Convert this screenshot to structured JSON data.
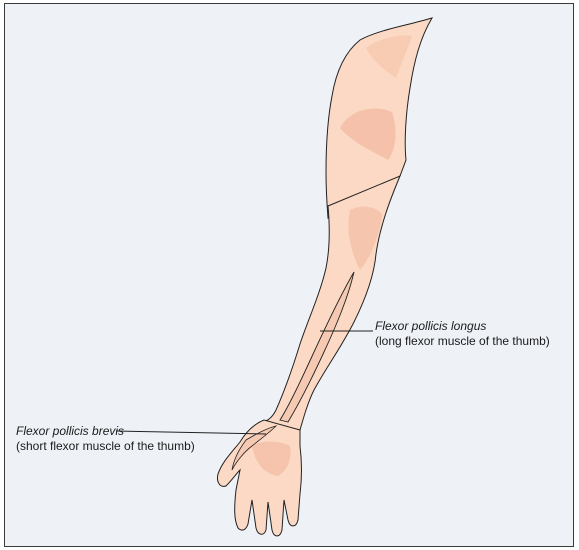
{
  "labels": {
    "flexor_pollicis_longus": {
      "name": "Flexor pollicis longus",
      "description": "(long flexor muscle of the thumb)"
    },
    "flexor_pollicis_brevis": {
      "name": "Flexor pollicis brevis",
      "description": "(short flexor muscle of the thumb)"
    }
  },
  "colors": {
    "background": "#eef2f7",
    "skin": "#fbd9c4",
    "skin_shadow": "#f3b79f",
    "muscle": "#f6c9b2",
    "outline": "#222222"
  }
}
